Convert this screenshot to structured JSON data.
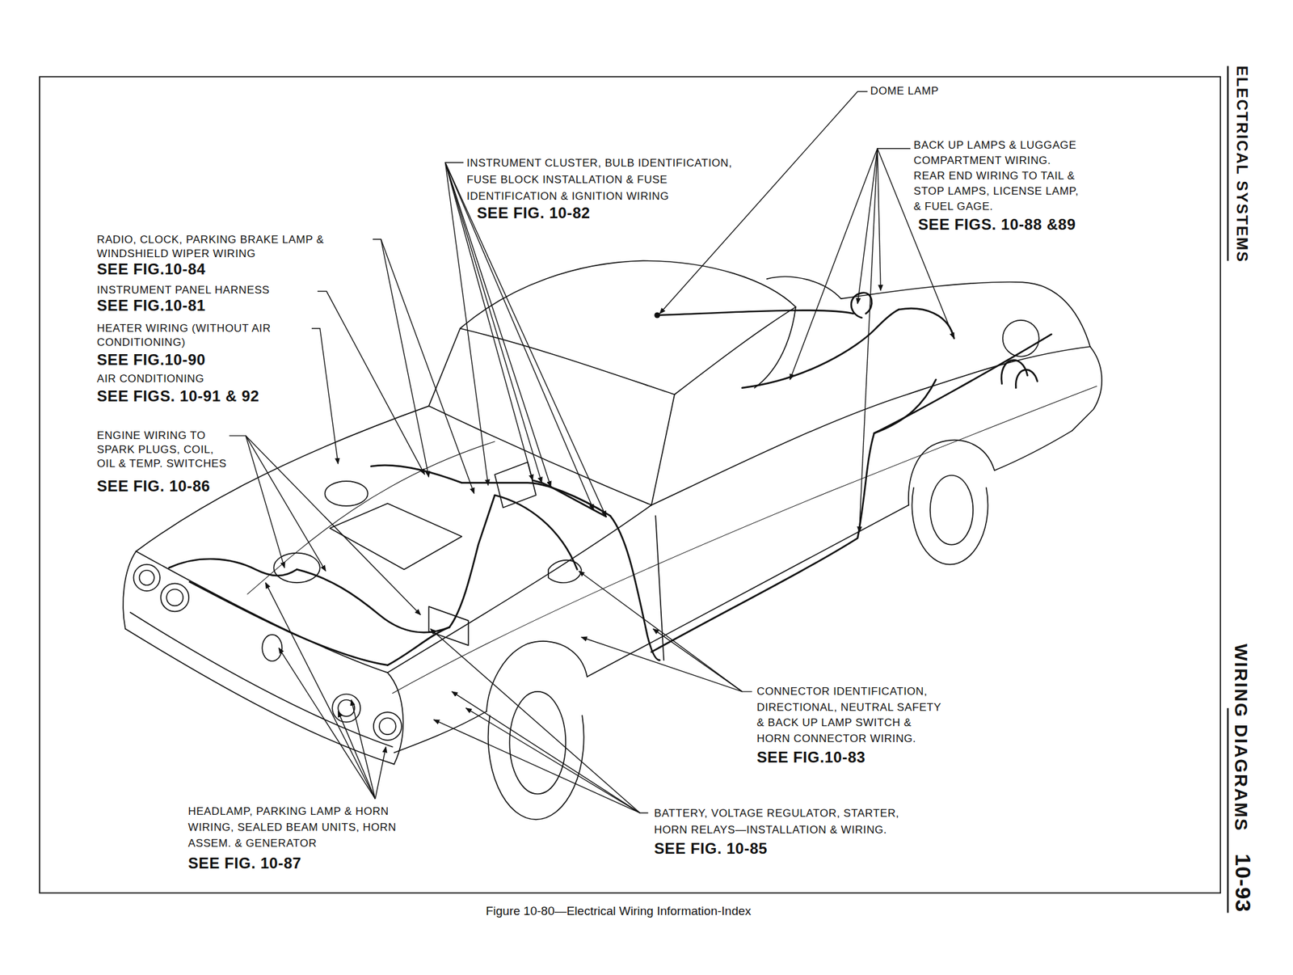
{
  "diagram": {
    "caption": "Figure 10-80—Electrical Wiring Information-Index",
    "labels": [
      "ELECTRICAL SYSTEMS",
      "DOME LAMP",
      "INSTRUMENT CLUSTER, BULB IDENTIFICATION, FUSE BLOCK INSTALLATION & FUSE IDENTIFICATION & IGNITION WIRING",
      "SEE FIG. 10-82",
      "BACK UP LAMPS & LUGGAGE COMPARTMENT WIRING. REAR END WIRING TO TAIL & STOP LAMPS, LICENSE LAMP, & FUEL GAGE.",
      "SEE FIGS. 10-88 &89",
      "RADIO, CLOCK, PARKING BRAKE LAMP & WINDSHIELD WIPER WIRING",
      "SEE FIG.10-84",
      "INSTRUMENT PANEL HARNESS",
      "SEE FIG.10-81",
      "HEATER WIRING (WITHOUT AIR CONDITIONING)",
      "SEE FIG.10-90",
      "AIR CONDITIONING",
      "SEE FIGS. 10-91 & 92",
      "ENGINE WIRING TO SPARK PLUGS, COIL, OIL & TEMP. SWITCHES",
      "SEE FIG. 10-86",
      "WIRING DIAGRAMS",
      "CONNECTOR IDENTIFICATION, DIRECTIONAL, NEUTRAL SAFETY & BACK UP LAMP SWITCH & HORN CONNECTOR WIRING.",
      "SEE FIG.10-83",
      "HEADLAMP, PARKING LAMP & HORN WIRING, SEALED BEAM UNITS, HORN ASSEM. & GENERATOR",
      "SEE FIG. 10-87",
      "BATTERY, VOLTAGE REGULATOR, STARTER, HORN RELAYS—INSTALLATION & WIRING.",
      "SEE FIG. 10-85",
      "10-93"
    ]
  }
}
